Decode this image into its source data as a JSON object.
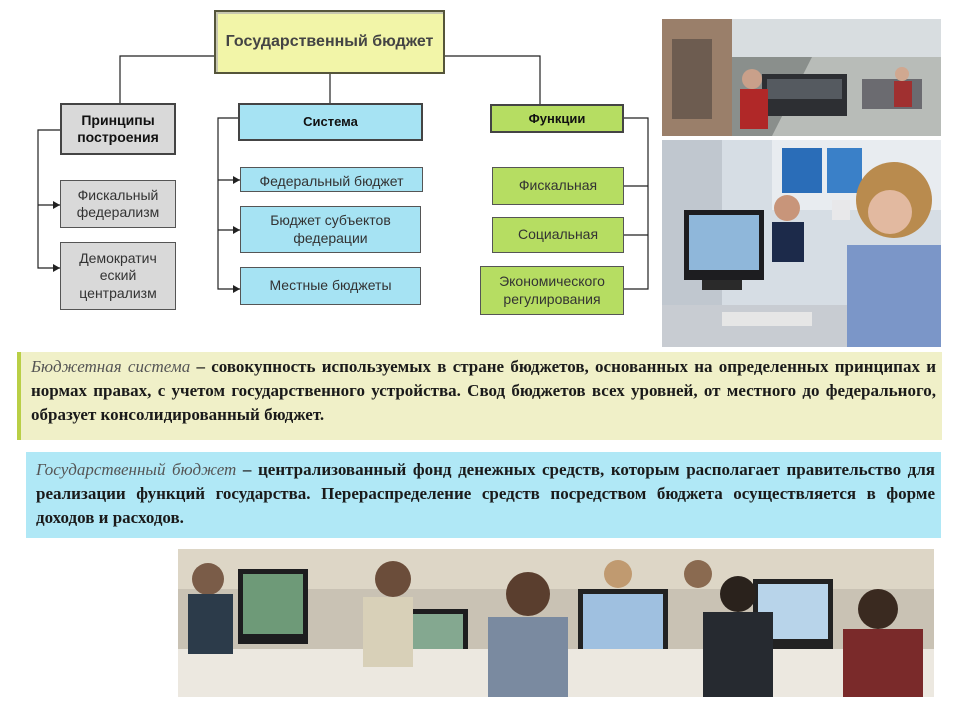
{
  "diagram": {
    "root": "Государственный бюджет",
    "principles": {
      "header": "Принципы построения",
      "items": [
        "Фискальный федерализм",
        "Демократич еский централизм"
      ]
    },
    "system": {
      "header": "Система",
      "items": [
        "Федеральный бюджет",
        "Бюджет субъектов федерации",
        "Местные бюджеты"
      ]
    },
    "functions": {
      "header": "Функции",
      "items": [
        "Фискальная",
        "Социальная",
        "Экономического регулирования"
      ]
    }
  },
  "definitions": {
    "budget_system": {
      "term": "Бюджетная система",
      "text": " – совокупность используемых в стране бюджетов, основанных на определенных принципах и нормах правах, с учетом государственного устройства. Свод бюджетов всех уровней, от местного до федерального, образует консолидированный бюджет."
    },
    "state_budget": {
      "term": "Государственный бюджет",
      "text": " – централизованный фонд денежных средств, которым располагает правительство для реализации функций государства. Перераспределение средств посредством бюджета осуществляется в форме доходов и расходов."
    }
  },
  "colors": {
    "root_fill": "#f2f5a8",
    "grey_fill": "#d9d9d9",
    "blue_fill": "#a6e3f3",
    "green_fill": "#b6dd62",
    "def1_fill": "#f0f0c8",
    "def2_fill": "#b0e8f6"
  }
}
